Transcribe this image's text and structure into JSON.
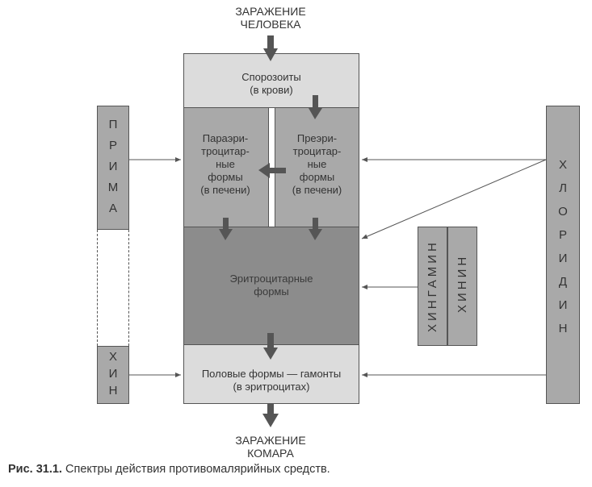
{
  "top_label": "ЗАРАЖЕНИЕ\nЧЕЛОВЕКА",
  "bottom_label": "ЗАРАЖЕНИЕ\nКОМАРА",
  "stages": {
    "sporozoites": "Спорозоиты\n(в крови)",
    "paraerythro": "Параэри-\nтроцитар-\nные\nформы\n(в печени)",
    "preerythro": "Преэри-\nтроцитар-\nные\nформы\n(в печени)",
    "erythro": "Эритроцитарные\nформы",
    "gamonts_main": "Половые формы — гамонты",
    "gamonts_sub": "(в эритроцитах)"
  },
  "drugs": {
    "primaquine": [
      "П",
      "Р",
      "И",
      "М",
      "А"
    ],
    "quinine_left": [
      "Х",
      "И",
      "Н"
    ],
    "chloridine": [
      "Х",
      "Л",
      "О",
      "Р",
      "И",
      "Д",
      "И",
      "Н"
    ],
    "chingamin": "ХИНГАМИН",
    "quinine_right": "ХИНИН"
  },
  "caption": {
    "prefix": "Рис. 31.1.",
    "text": " Спектры действия противомалярийных средств."
  },
  "colors": {
    "light": "#dcdcdc",
    "mid": "#a9a9a9",
    "dark": "#8c8c8c",
    "arrow": "#555555"
  }
}
